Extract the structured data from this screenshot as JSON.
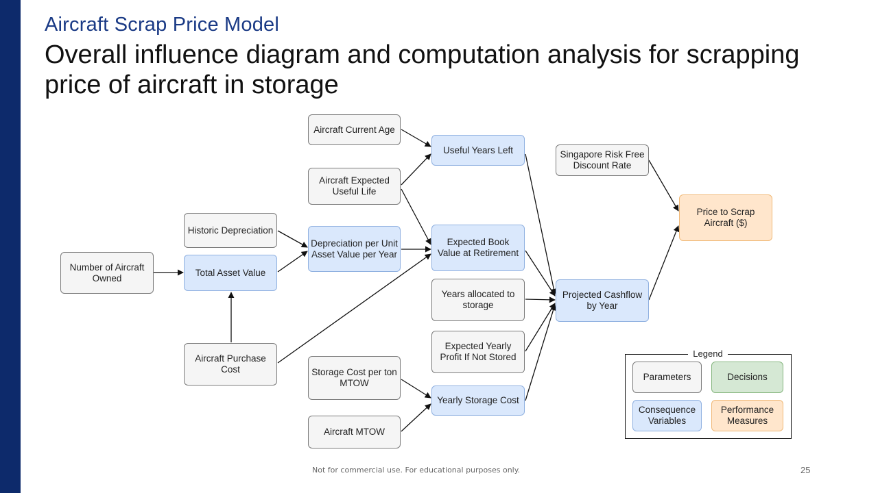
{
  "header": {
    "subtitle": "Aircraft Scrap Price Model",
    "title": "Overall influence diagram and computation analysis for scrapping price of aircraft in storage"
  },
  "nodes": {
    "aircraft_current_age": "Aircraft Current Age",
    "aircraft_expected_useful_life": "Aircraft Expected Useful Life",
    "historic_depreciation": "Historic Depreciation",
    "number_of_aircraft_owned": "Number of Aircraft Owned",
    "total_asset_value": "Total Asset Value",
    "aircraft_purchase_cost": "Aircraft Purchase Cost",
    "depreciation_per_unit": "Depreciation per Unit Asset Value per Year",
    "useful_years_left": "Useful Years Left",
    "expected_book_value": "Expected Book Value at Retirement",
    "years_allocated_to_storage": "Years allocated to storage",
    "expected_yearly_profit": "Expected Yearly Profit If Not Stored",
    "storage_cost_per_ton": "Storage Cost per ton MTOW",
    "aircraft_mtow": "Aircraft MTOW",
    "yearly_storage_cost": "Yearly Storage Cost",
    "singapore_risk_free_rate": "Singapore Risk Free Discount Rate",
    "projected_cashflow": "Projected Cashflow by Year",
    "price_to_scrap": "Price to Scrap Aircraft ($)"
  },
  "legend": {
    "title": "Legend",
    "parameters": "Parameters",
    "decisions": "Decisions",
    "consequence_variables": "Consequence Variables",
    "performance_measures": "Performance Measures"
  },
  "colors": {
    "sidebar": "#0d2a6b",
    "subtitle": "#1a3a85",
    "parameter_fill": "#f5f5f5",
    "consequence_fill": "#dae8fc",
    "performance_fill": "#ffe6cc",
    "decision_fill": "#d5e8d4"
  },
  "footer": {
    "note": "Not for commercial use. For educational purposes only.",
    "page_number": "25"
  }
}
